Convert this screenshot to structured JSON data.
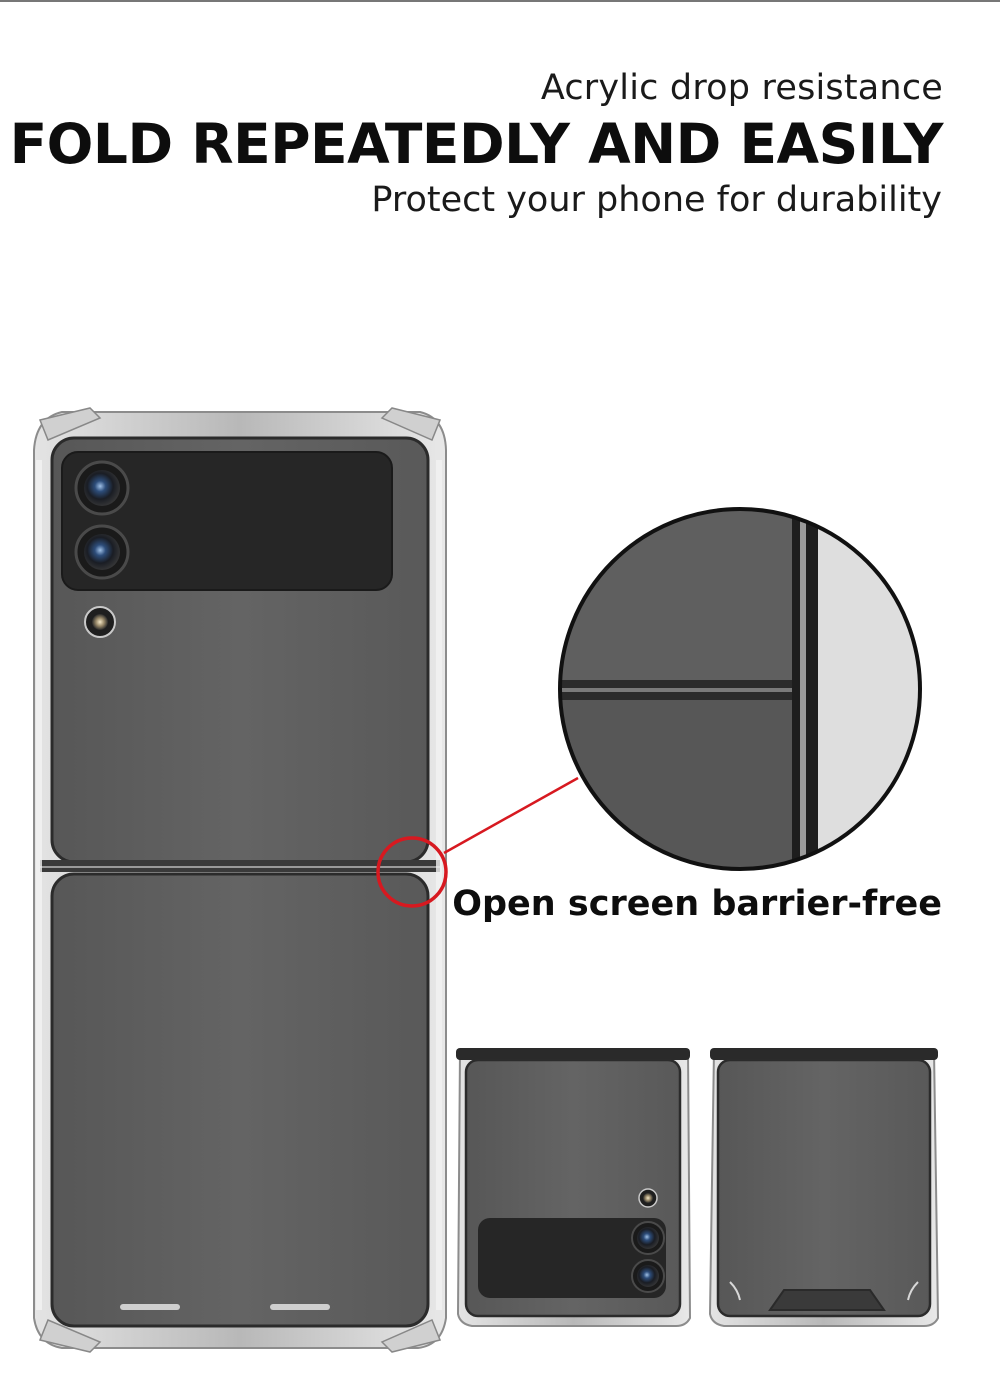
{
  "header": {
    "tagline": "Acrylic drop resistance",
    "headline": "FOLD REPEATEDLY AND EASILY",
    "subheadline": "Protect your phone for durability"
  },
  "callout": {
    "label": "Open screen barrier-free"
  },
  "colors": {
    "case_body": "#5e5e5e",
    "camera_panel": "#262626",
    "hinge_callout": "#d71920",
    "text": "#0d0d0d"
  },
  "icons": [
    "camera-lens-icon",
    "flash-icon"
  ]
}
